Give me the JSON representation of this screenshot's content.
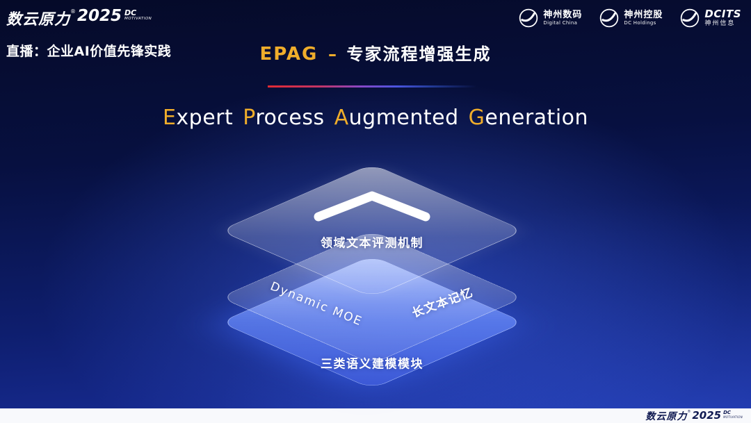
{
  "colors": {
    "gold": "#efad2b",
    "background_top": "#050a28",
    "background_bottom": "#1a2f9d",
    "divider_red": "#e12a33",
    "divider_blue": "#4a55e0",
    "bottom_layer_blue": "#6487fa",
    "footer_bar": "#f8f9fc",
    "footer_text": "#101a52"
  },
  "brand": {
    "name_cn": "数云原力",
    "registered": "®",
    "year": "2025",
    "dc": "DC",
    "motivation": "MOTIVATION"
  },
  "header": {
    "live_label": "直播：企业AI价值先锋实践",
    "title_abbr": "EPAG",
    "title_sep": "–",
    "title_cn": "专家流程增强生成"
  },
  "partner_logos": [
    {
      "title": "神州数码",
      "subtitle": "Digital China"
    },
    {
      "title": "神州控股",
      "subtitle": "DC Holdings"
    },
    {
      "title": "DCITS",
      "subtitle": "神州信息"
    }
  ],
  "subtitle": {
    "words": [
      {
        "initial": "E",
        "rest": "xpert"
      },
      {
        "initial": "P",
        "rest": "rocess"
      },
      {
        "initial": "A",
        "rest": "ugmented"
      },
      {
        "initial": "G",
        "rest": "eneration"
      }
    ]
  },
  "diagram": {
    "top_layer": {
      "label": "领域文本评测机制"
    },
    "middle_layer": {
      "label_left": "Dynamic MOE",
      "label_right": "长文本记忆"
    },
    "bottom_layer": {
      "label": "三类语义建模模块"
    }
  }
}
